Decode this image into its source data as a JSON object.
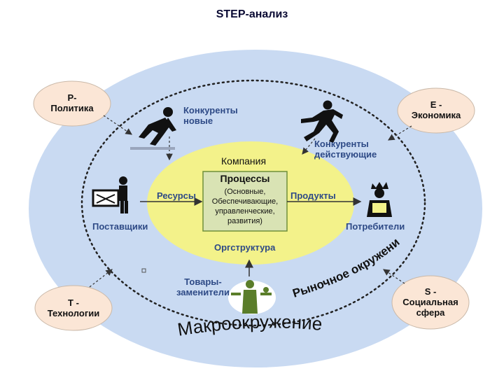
{
  "title": "STEP-анализ",
  "nodes": {
    "politics": {
      "line1": "P-",
      "line2": "Политика"
    },
    "economy": {
      "line1": "E -",
      "line2": "Экономика"
    },
    "technology": {
      "line1": "T -",
      "line2": "Технологии"
    },
    "social": {
      "line1": "S -",
      "line2": "Социальная",
      "line3": "сфера"
    }
  },
  "competitors_new": {
    "line1": "Конкуренты",
    "line2": "новые"
  },
  "competitors_current": {
    "line1": "Конкуренты",
    "line2": "действующие"
  },
  "company": "Компания",
  "processes": {
    "title": "Процессы",
    "lines": [
      "(Основные,",
      "Обеспечивающие,",
      "управленческие,",
      "развития)"
    ]
  },
  "resources": "Ресурсы",
  "products": "Продукты",
  "suppliers": "Поставщики",
  "consumers": "Потребители",
  "org_structure": "Оргструктура",
  "substitutes": {
    "line1": "Товары-",
    "line2": "заменители"
  },
  "market_environment": "Рыночное окружение",
  "macro_environment": "Макроокружение",
  "colors": {
    "outer_ellipse": "#c9daf2",
    "inner_ellipse": "#f3f28a",
    "processes_box": "#d9e3b4",
    "node_fill": "#fbe6d6",
    "label_blue": "#2e4a86"
  }
}
